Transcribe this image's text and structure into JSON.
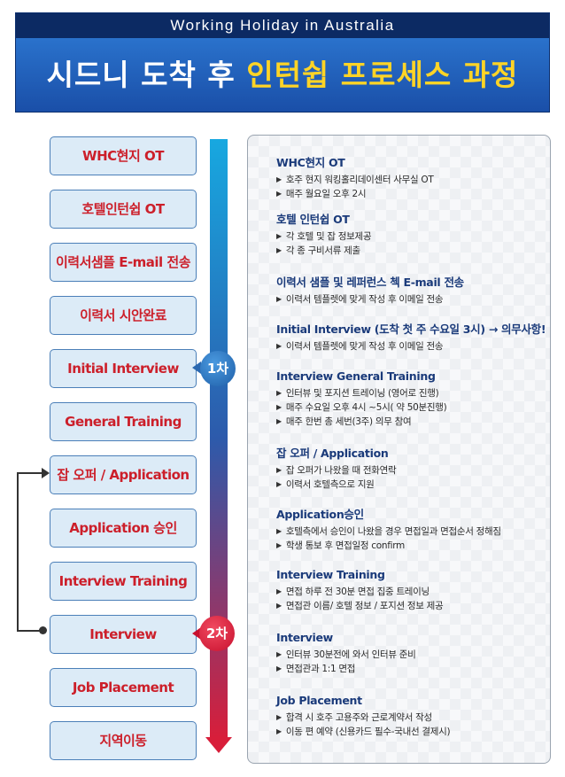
{
  "header": {
    "subtitle": "Working Holiday in Australia",
    "title_white": "시드니 도착 후 ",
    "title_yellow": "인턴쉽 프로세스 과정"
  },
  "steps": [
    "WHC현지 OT",
    "호텔인턴쉽 OT",
    "이력서샘플 E-mail 전송",
    "이력서 시안완료",
    "Initial Interview",
    "General Training",
    "잡 오퍼 / Application",
    "Application 승인",
    "Interview Training",
    "Interview",
    "Job Placement",
    "지역이동"
  ],
  "badges": {
    "first": "1차",
    "second": "2차"
  },
  "bullet_glyph": "▶",
  "details": [
    {
      "title": "WHC현지 OT",
      "items": [
        "호주 현지 워킹홀리데이센터 사무실 OT",
        "매주 월요일 오후 2시"
      ]
    },
    {
      "title": "호텔 인턴쉽 OT",
      "items": [
        "각 호텔 및 잡 정보제공",
        "각 종 구비서류 제출"
      ]
    },
    {
      "title": "이력서 샘플 및 레퍼런스 첵 E-mail 전송",
      "items": [
        "이력서 템플렛에 맞게 작성 후 이메일 전송"
      ]
    },
    {
      "title": "Initial Interview (도착 첫 주 수요일 3시) → 의무사항!",
      "items": [
        "이력서 템플렛에 맞게 작성 후 이메일 전송"
      ]
    },
    {
      "title": "Interview General Training",
      "items": [
        "인터뷰 및 포지션 트레이닝 (영어로 진행)",
        "매주 수요일 오후 4시 ~5시( 약 50분진행)",
        "매주 한번 총 세번(3주) 의무 참여"
      ]
    },
    {
      "title": "잡 오퍼 / Application",
      "items": [
        "잡 오퍼가 나왔을 때 전화연락",
        "이력서 호텔측으로 지원"
      ]
    },
    {
      "title": "Application승인",
      "items": [
        "호텔측에서 승인이 나왔을 경우 면접일과 면접순서 정해짐",
        "학생 통보 후 면접일정 confirm"
      ]
    },
    {
      "title": "Interview Training",
      "items": [
        "면접 하루 전 30분 면접 집중 트레이닝",
        "면접관 이름/ 호텔 정보 / 포지션 정보 제공"
      ]
    },
    {
      "title": "Interview",
      "items": [
        "인터뷰 30분전에 와서 인터뷰 준비",
        "면접관과 1:1 면접"
      ]
    },
    {
      "title": "Job Placement",
      "items": [
        "합격 시 호주 고용주와 근로계약서 작성",
        "이동 편 예약 (신용카드 필수-국내선 결제시)"
      ]
    }
  ]
}
